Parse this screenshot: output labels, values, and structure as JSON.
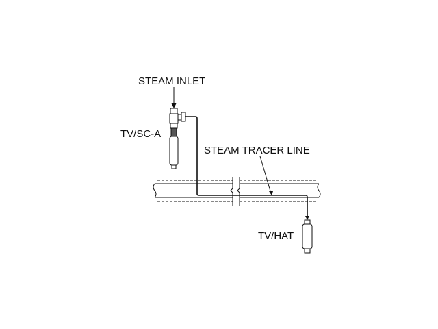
{
  "labels": {
    "steam_inlet": "STEAM INLET",
    "tv_sc_a": "TV/SC-A",
    "steam_tracer_line": "STEAM TRACER LINE",
    "tv_hat": "TV/HAT"
  }
}
